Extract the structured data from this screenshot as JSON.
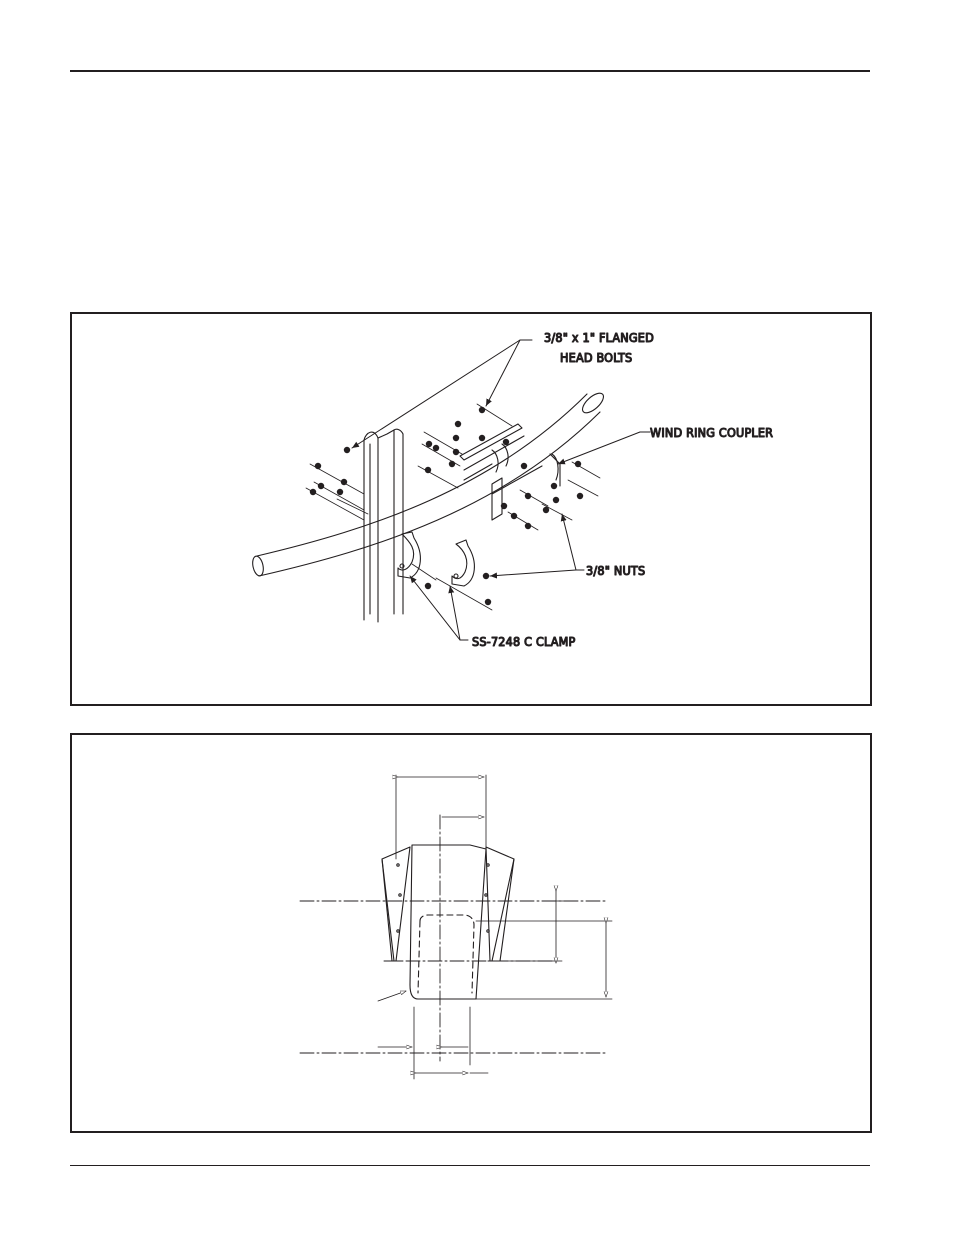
{
  "figure1": {
    "labels": {
      "bolts_line1": "3/8\" x 1\" FLANGED",
      "bolts_line2": "HEAD BOLTS",
      "coupler": "WIND RING COUPLER",
      "nuts": "3/8\" NUTS",
      "clamp": "SS-7248 C CLAMP"
    }
  },
  "figure2": {},
  "colors": {
    "ink": "#231f20",
    "paper": "#ffffff"
  }
}
